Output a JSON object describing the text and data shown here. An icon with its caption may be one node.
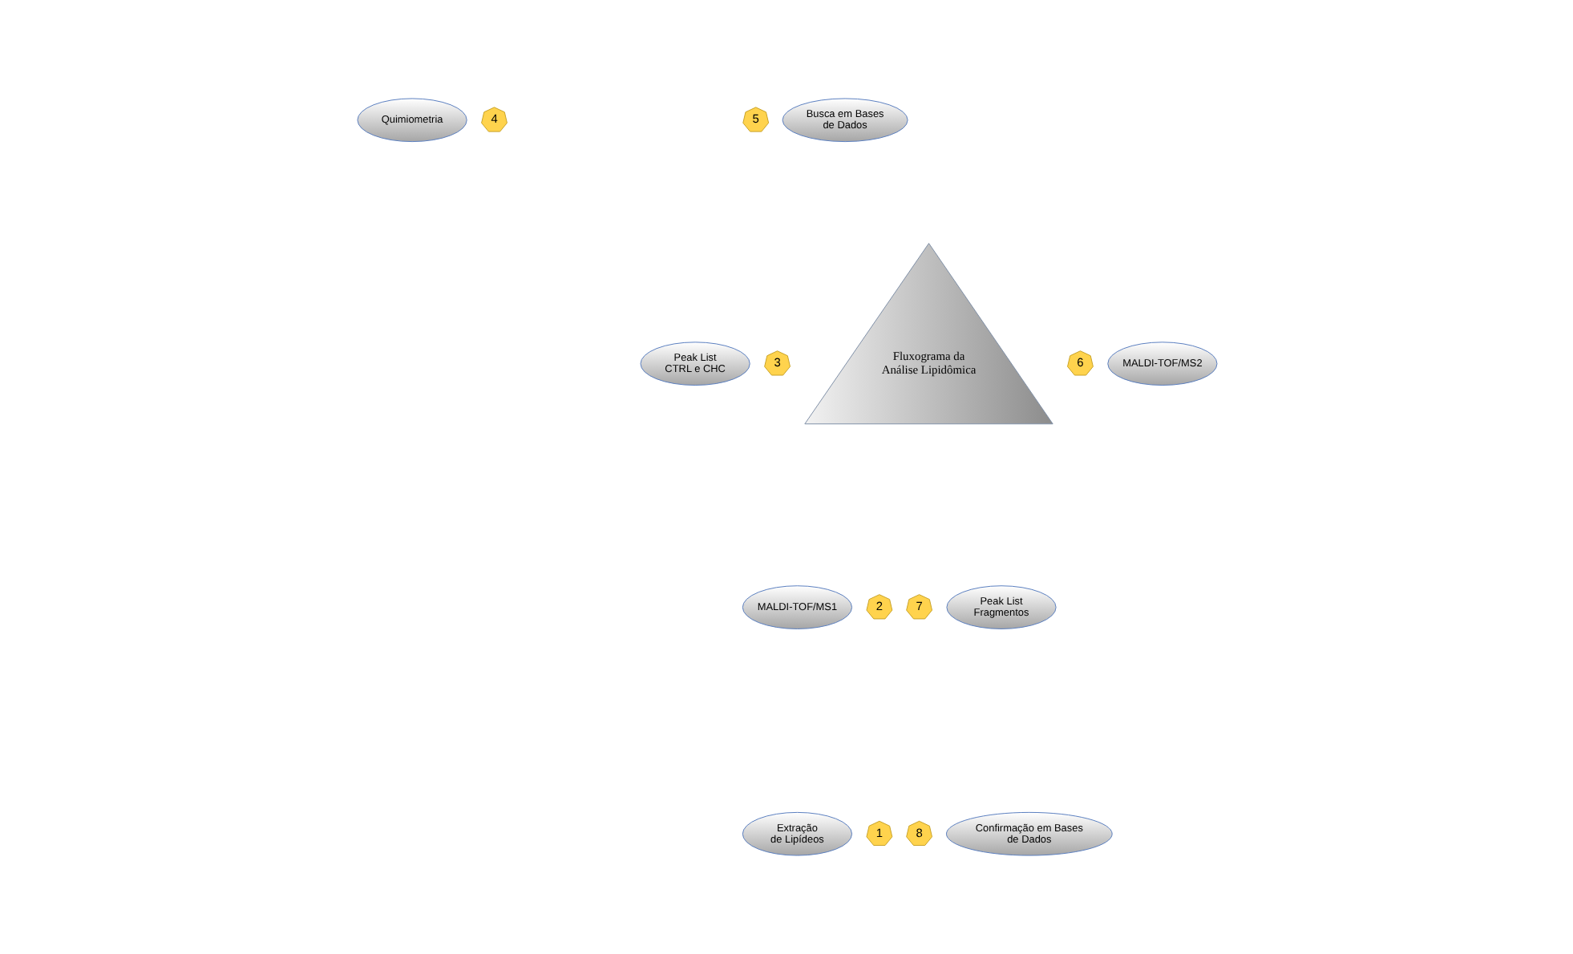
{
  "diagram": {
    "nodes": [
      {
        "text": [
          "Fluxograma da Análise Lipidômica"
        ]
      },
      {
        "text": [
          "Quimiometria"
        ]
      },
      {
        "text": [
          "4"
        ]
      },
      {
        "text": [
          "Busca em Bases de Dados"
        ]
      },
      {
        "text": [
          "5"
        ]
      },
      {
        "text": [
          "Peak List CTRL e CHC"
        ]
      },
      {
        "text": [
          "3"
        ]
      },
      {
        "text": [
          "MALDI-TOF/MS2"
        ]
      },
      {
        "text": [
          "6"
        ]
      },
      {
        "text": [
          "MALDI-TOF/MS1"
        ]
      },
      {
        "text": [
          "2"
        ]
      },
      {
        "text": [
          "Peak List Fragmentos"
        ]
      },
      {
        "text": [
          "7"
        ]
      },
      {
        "text": [
          "Extração de Lipídeos"
        ]
      },
      {
        "text": [
          "1"
        ]
      },
      {
        "text": [
          "Confirmação em Bases de Dados"
        ]
      },
      {
        "text": [
          "8"
        ]
      }
    ],
    "edges": []
  }
}
